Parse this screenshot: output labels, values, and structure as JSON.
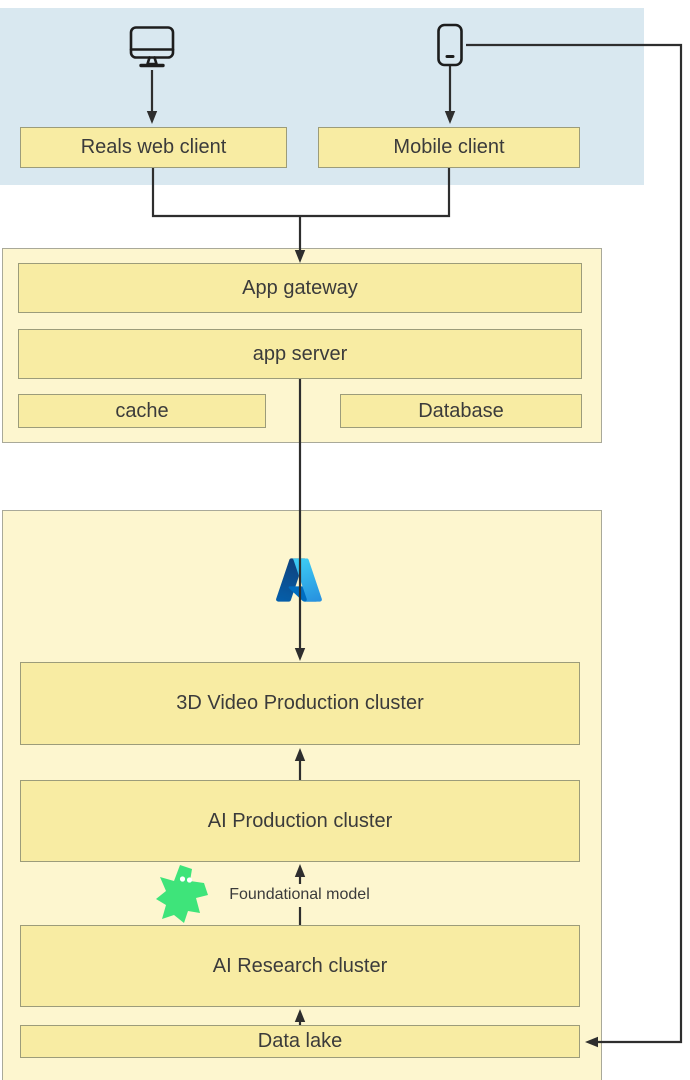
{
  "colors": {
    "client_zone_bg": "#d9e8f0",
    "tier_bg": "#fdf6cf",
    "node_bg": "#f8eca3",
    "node_border": "#9c9c7a",
    "tier_border": "#a9a999",
    "line": "#2e2e2e",
    "text": "#3b3b3b",
    "model_icon_green": "#3ee47a",
    "azure_blue_dark": "#114a8b",
    "azure_blue_light": "#2892df"
  },
  "client_zone": {
    "desktop_icon": "desktop-monitor-icon",
    "mobile_icon": "smartphone-icon",
    "web_client_label": "Reals web client",
    "mobile_client_label": "Mobile client"
  },
  "app_tier": {
    "gateway_label": "App gateway",
    "server_label": "app server",
    "cache_label": "cache",
    "database_label": "Database"
  },
  "ai_tier": {
    "azure_icon": "azure-logo-icon",
    "video_cluster_label": "3D Video Production cluster",
    "production_cluster_label": "AI Production cluster",
    "model_icon": "foundational-model-icon",
    "model_label": "Foundational model",
    "research_cluster_label": "AI Research cluster",
    "data_lake_label": "Data lake"
  }
}
